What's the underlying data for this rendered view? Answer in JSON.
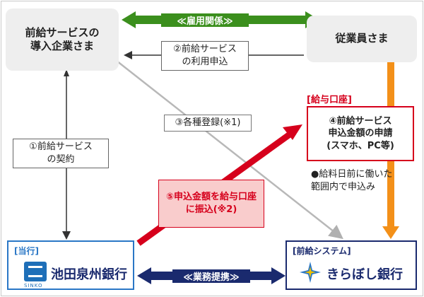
{
  "nodes": {
    "company": "前給サービスの\n導入企業さま",
    "employee": "従業員さま"
  },
  "labels": {
    "employment": "≪雇用関係≫",
    "business_tie": "≪業務提携≫",
    "kyuyo_koza": "[給与口座]"
  },
  "steps": {
    "apply_service": "②前給サービス\nの利用申込",
    "contract": "①前給サービス\nの契約",
    "register": "③各種登録(※1)",
    "request": "④前給サービス\n申込金額の申請\n(スマホ、PC等)",
    "transfer": "⑤申込金額を給与口座\nに振込(※2)",
    "note": "●給料日前に働いた\n範囲内で申込み"
  },
  "banks": {
    "left_tag": "[当行]",
    "left_name": "池田泉州銀行",
    "left_sub": "SINKO",
    "right_tag": "[前給システム]",
    "right_name": "きらぼし銀行"
  },
  "colors": {
    "green": "#3b8f1d",
    "navy": "#1a2a6e",
    "red": "#d6001c",
    "orange": "#f39019",
    "blue": "#2a77c6",
    "grey": "#bdbdbd"
  },
  "icons": {
    "left_logo": "ikeda-senshu-logo",
    "right_logo": "kiraboshi-star-logo"
  }
}
